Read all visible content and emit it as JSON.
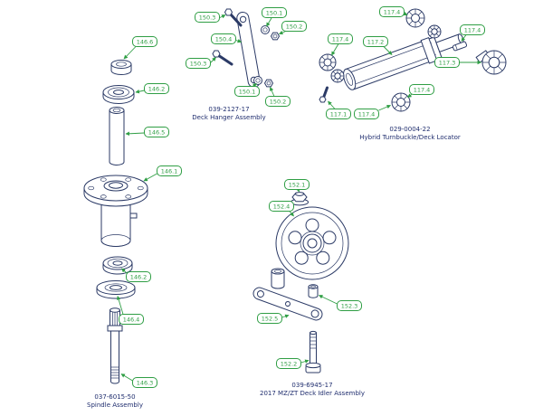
{
  "figure": {
    "colors": {
      "callout_green": "#2f9e44",
      "line_art_navy": "#2b3a66",
      "caption_navy": "#1f2d6e",
      "background": "#ffffff"
    },
    "assemblies": {
      "spindle": {
        "part_number": "037-6015-50",
        "name": "Spindle Assembly",
        "callouts": [
          "146.6",
          "146.2",
          "146.5",
          "146.1",
          "146.2",
          "146.4",
          "146.3"
        ]
      },
      "deck_hanger": {
        "part_number": "039-2127-17",
        "name": "Deck Hanger Assembly",
        "callouts": [
          "150.3",
          "150.1",
          "150.4",
          "150.2",
          "150.3",
          "150.1",
          "150.2"
        ]
      },
      "turnbuckle": {
        "part_number": "029-0004-22",
        "name": "Hybrid Turnbuckle/Deck Locator",
        "callouts": [
          "117.4",
          "117.4",
          "117.2",
          "117.4",
          "117.3",
          "117.4",
          "117.1",
          "117.4"
        ]
      },
      "idler": {
        "part_number": "039-6945-17",
        "name": "2017 MZ/ZT Deck Idler Assembly",
        "callouts": [
          "152.1",
          "152.4",
          "152.3",
          "152.5",
          "152.2"
        ]
      }
    }
  }
}
